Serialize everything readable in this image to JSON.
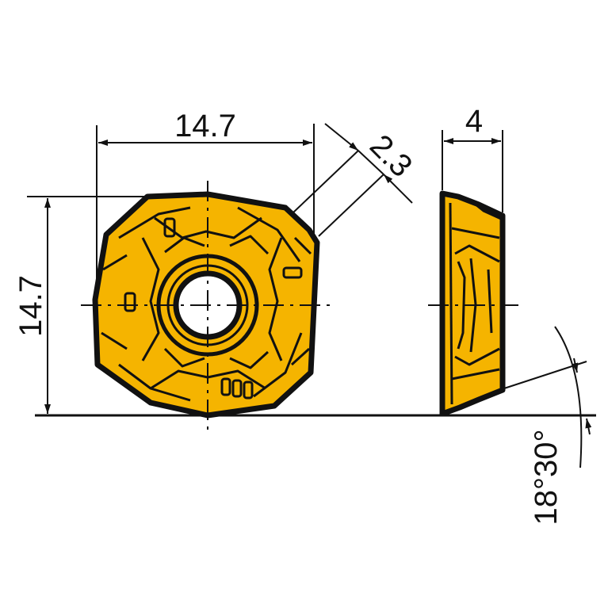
{
  "dimensions": {
    "width": "14.7",
    "height": "14.7",
    "corner_chamfer": "2.3",
    "thickness": "4",
    "clearance_angle": "18°30°"
  },
  "colors": {
    "insert_fill": "#f5b400",
    "line": "#111111",
    "background": "#ffffff"
  }
}
